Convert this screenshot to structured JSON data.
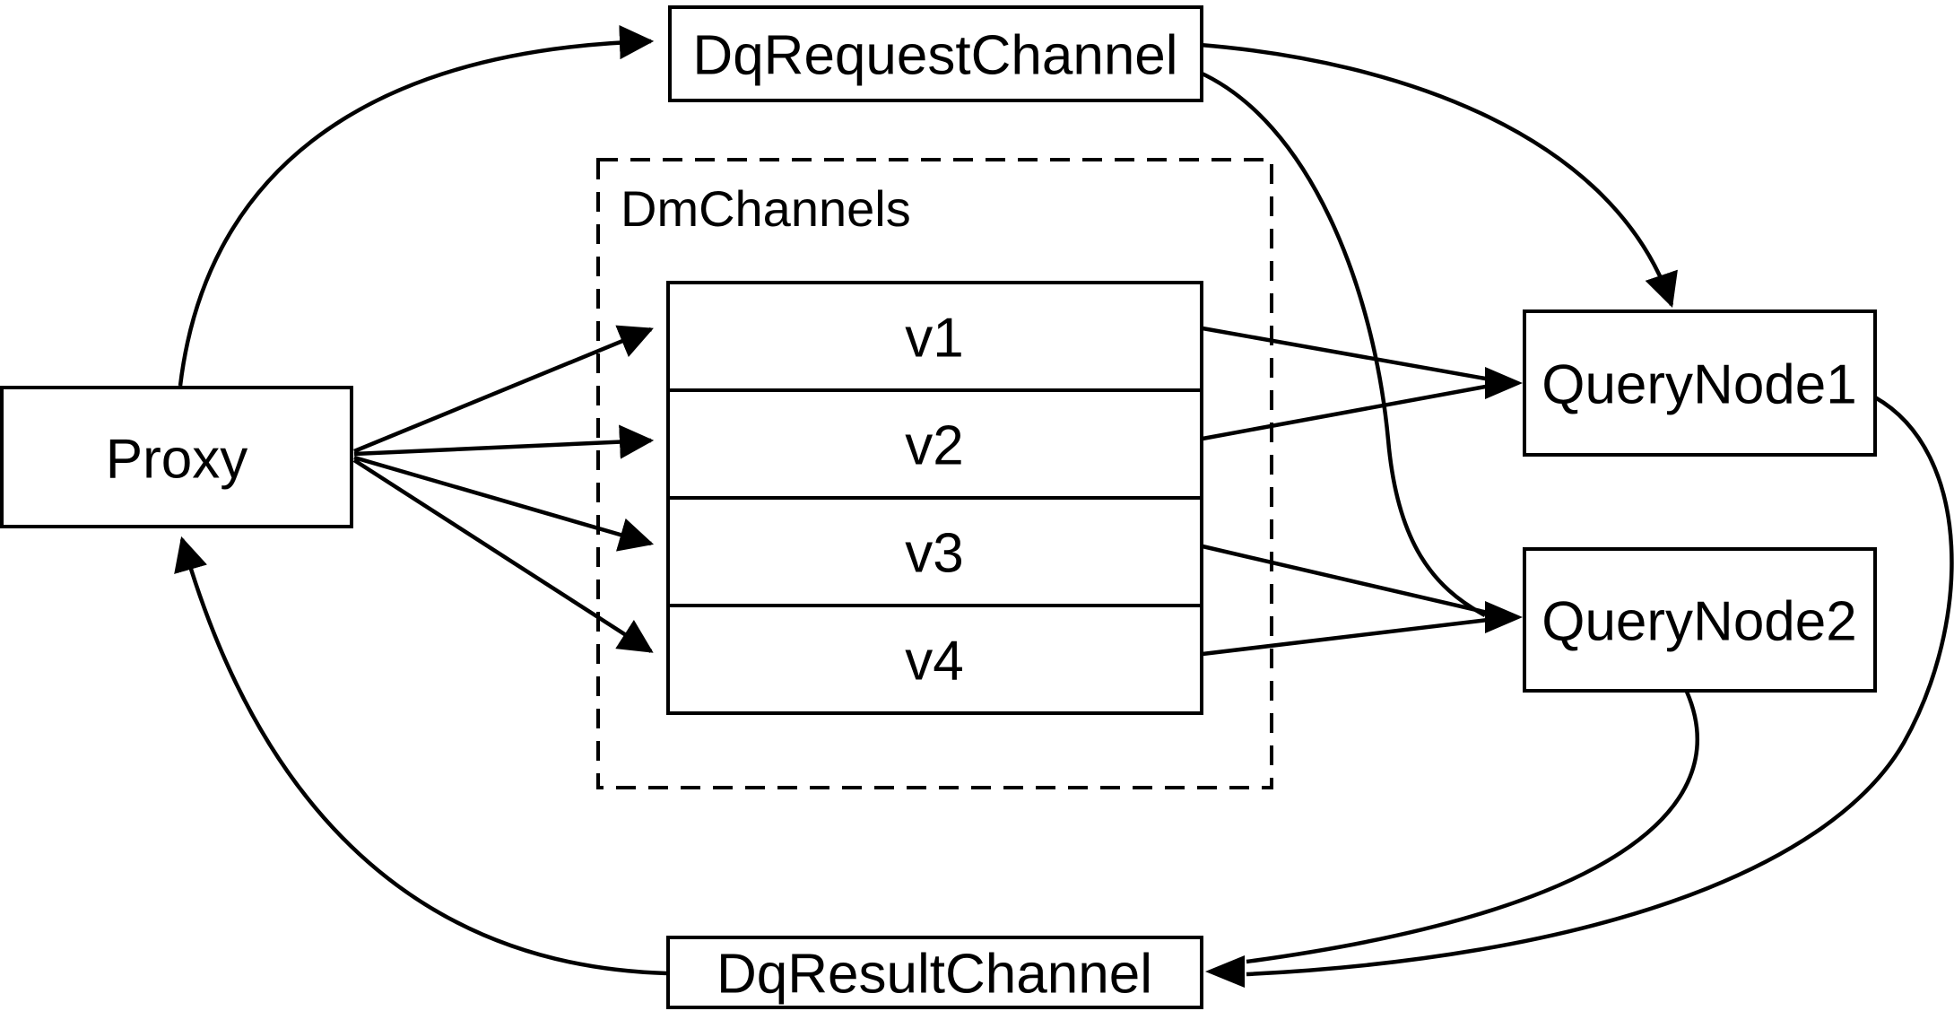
{
  "diagram": {
    "background_color": "#ffffff",
    "stroke_color": "#000000",
    "nodes": {
      "proxy": {
        "label": "Proxy"
      },
      "dq_request_channel": {
        "label": "DqRequestChannel"
      },
      "dm_channels_group": {
        "label": "DmChannels"
      },
      "v1": {
        "label": "v1"
      },
      "v2": {
        "label": "v2"
      },
      "v3": {
        "label": "v3"
      },
      "v4": {
        "label": "v4"
      },
      "query_node1": {
        "label": "QueryNode1"
      },
      "query_node2": {
        "label": "QueryNode2"
      },
      "dq_result_channel": {
        "label": "DqResultChannel"
      }
    },
    "edges": [
      {
        "from": "Proxy",
        "to": "DqRequestChannel"
      },
      {
        "from": "Proxy",
        "to": "v1"
      },
      {
        "from": "Proxy",
        "to": "v2"
      },
      {
        "from": "Proxy",
        "to": "v3"
      },
      {
        "from": "Proxy",
        "to": "v4"
      },
      {
        "from": "v1",
        "to": "QueryNode1"
      },
      {
        "from": "v2",
        "to": "QueryNode1"
      },
      {
        "from": "v3",
        "to": "QueryNode2"
      },
      {
        "from": "v4",
        "to": "QueryNode2"
      },
      {
        "from": "DqRequestChannel",
        "to": "QueryNode1"
      },
      {
        "from": "DqRequestChannel",
        "to": "QueryNode2"
      },
      {
        "from": "QueryNode1",
        "to": "DqResultChannel"
      },
      {
        "from": "QueryNode2",
        "to": "DqResultChannel"
      },
      {
        "from": "DqResultChannel",
        "to": "Proxy"
      }
    ]
  }
}
